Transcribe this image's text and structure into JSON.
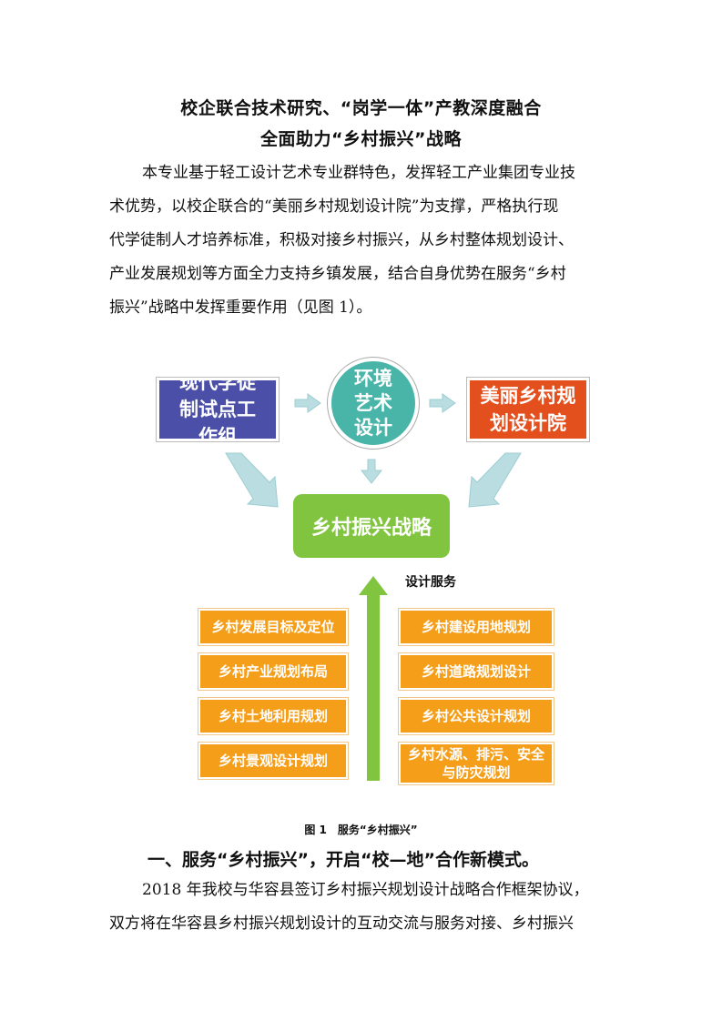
{
  "title": {
    "line1": "校企联合技术研究、“岗学一体”产教深度融合",
    "line2": "全面助力“乡村振兴”战略"
  },
  "intro": {
    "lines": [
      "本专业基于轻工设计艺术专业群特色，发挥轻工产业集团专业技",
      "术优势，以校企联合的“美丽乡村规划设计院”为支撑，严格执行现",
      "代学徒制人才培养标准，积极对接乡村振兴，从乡村整体规划设计、",
      "产业发展规划等方面全力支持乡镇发展，结合自身优势在服务“乡村",
      "振兴”战略中发挥重要作用（见图 1）。"
    ]
  },
  "diagram": {
    "left_box": "现代学徒制试点工作组",
    "center_circle": "环境艺术设计",
    "right_box": "美丽乡村规划设计院",
    "strategy": "乡村振兴战略",
    "service_label": "设计服务",
    "left_items": [
      "乡村发展目标及定位",
      "乡村产业规划布局",
      "乡村土地利用规划",
      "乡村景观设计规划"
    ],
    "right_items": [
      "乡村建设用地规划",
      "乡村道路规划设计",
      "乡村公共设计规划",
      "乡村水源、排污、安全与防灾规划"
    ],
    "colors": {
      "blue": "#4b4fa8",
      "red": "#e3501e",
      "teal": "#49b5a8",
      "green": "#80c440",
      "orange": "#f59e1a",
      "arrow": "#b9dde0"
    }
  },
  "caption": "图 1　服务“乡村振兴”",
  "section": {
    "heading": "一、服务“乡村振兴”，开启“校—地”合作新模式。",
    "lines": [
      "2018 年我校与华容县签订乡村振兴规划设计战略合作框架协议，",
      "双方将在华容县乡村振兴规划设计的互动交流与服务对接、乡村振兴"
    ]
  }
}
